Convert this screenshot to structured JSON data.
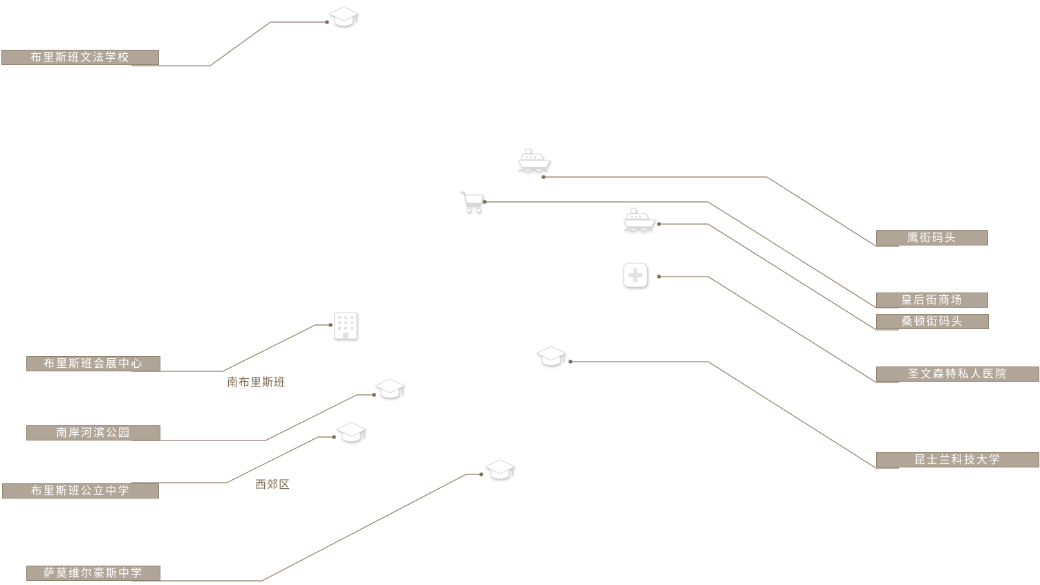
{
  "map": {
    "districts": [
      {
        "name": "南布里斯班"
      },
      {
        "name": "西郊区"
      }
    ],
    "places": [
      {
        "name": "布里斯班文法学校",
        "icon": "graduation-cap-icon"
      },
      {
        "name": "鹰街码头",
        "icon": "ferry-icon"
      },
      {
        "name": "皇后街商场",
        "icon": "shopping-cart-icon"
      },
      {
        "name": "桑顿街码头",
        "icon": "ferry-icon"
      },
      {
        "name": "圣文森特私人医院",
        "icon": "hospital-icon"
      },
      {
        "name": "昆士兰科技大学",
        "icon": "graduation-cap-icon"
      },
      {
        "name": "布里斯班会展中心",
        "icon": "building-icon"
      },
      {
        "name": "南岸河滨公园",
        "icon": "graduation-cap-icon"
      },
      {
        "name": "布里斯班公立中学",
        "icon": "graduation-cap-icon"
      },
      {
        "name": "萨莫维尔豪斯中学",
        "icon": "graduation-cap-icon"
      }
    ],
    "colors": {
      "label_background": "#b0a597",
      "label_border": "#8e826f",
      "label_text": "#ffffff",
      "leader_line": "#8b7d64",
      "district_text": "#7a6a52"
    }
  }
}
